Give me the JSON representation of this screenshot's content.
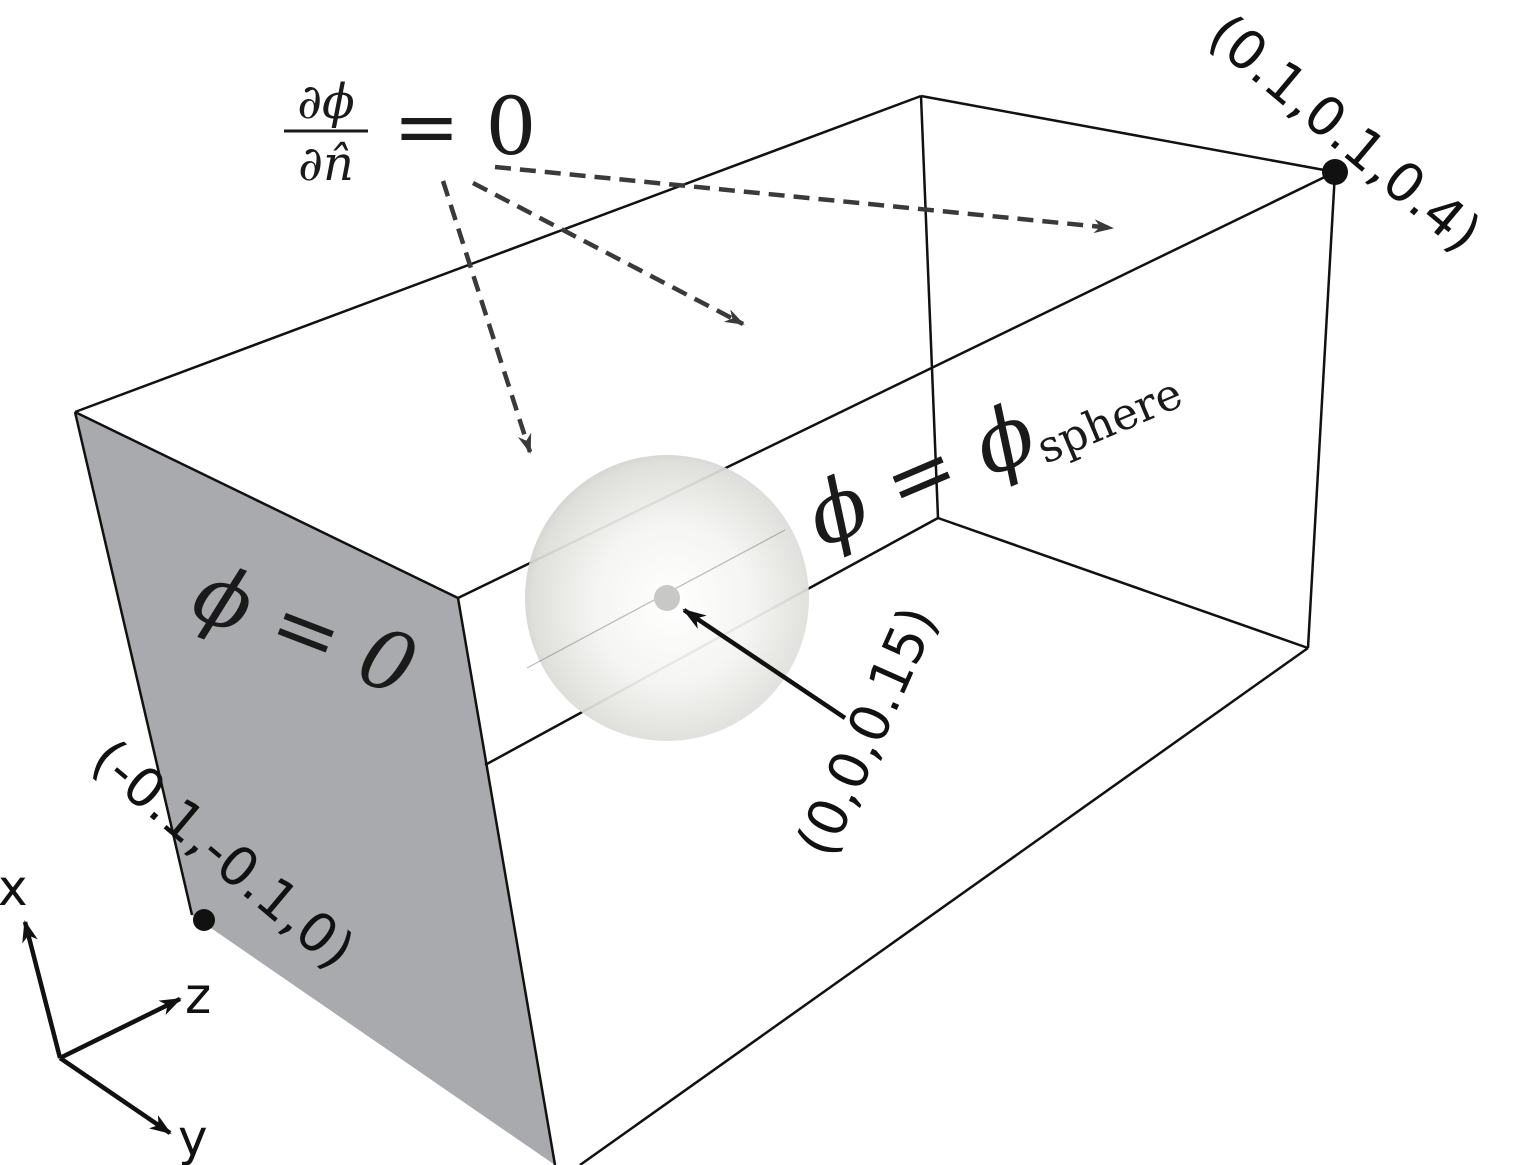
{
  "labels": {
    "neumann_numerator": "∂ϕ",
    "neumann_denominator": "∂n̂",
    "neumann_rhs": "= 0",
    "dirichlet_face": "ϕ = 0",
    "sphere_condition": "ϕ = ϕ",
    "sphere_subscript": "sphere",
    "corner_max": "(0.1,0.1,0.4)",
    "corner_min": "(-0.1,-0.1,0)",
    "sphere_center": "(0,0,0.15)"
  },
  "axes": {
    "x": "x",
    "y": "y",
    "z": "z"
  },
  "colors": {
    "edge": "#111111",
    "dirichlet_face_fill": "#a9aaad",
    "dashed_arrow": "#3a3a3a",
    "sphere_light": "#ffffff",
    "sphere_dark": "#b5b5b2"
  }
}
